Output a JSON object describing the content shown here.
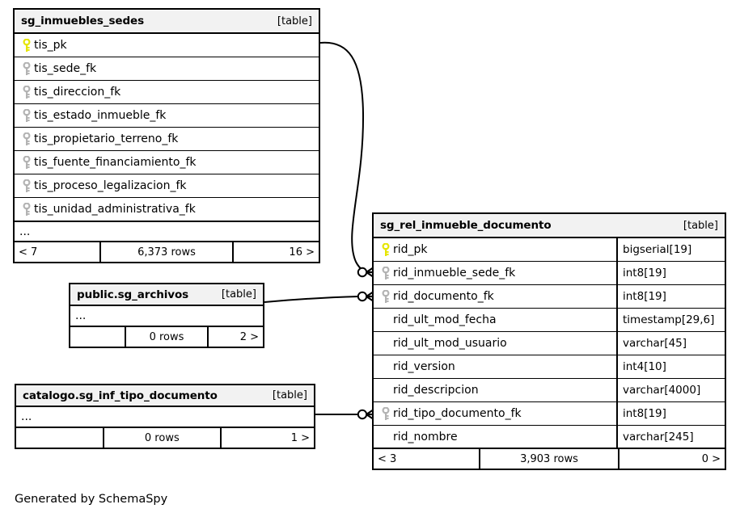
{
  "diagram": {
    "generator_credit": "Generated by SchemaSpy",
    "table_tag": "[table]",
    "ellipsis": "...",
    "colors": {
      "pk_key": "#e6e600",
      "fk_key": "#b3b3b3",
      "header_bg": "#f2f2f2",
      "border": "#000000",
      "background": "#ffffff"
    }
  },
  "tables": [
    {
      "id": "sg_inmuebles_sedes",
      "name": "sg_inmuebles_sedes",
      "tag": "[table]",
      "columns": [
        {
          "name": "tis_pk",
          "key": "pk"
        },
        {
          "name": "tis_sede_fk",
          "key": "fk"
        },
        {
          "name": "tis_direccion_fk",
          "key": "fk"
        },
        {
          "name": "tis_estado_inmueble_fk",
          "key": "fk"
        },
        {
          "name": "tis_propietario_terreno_fk",
          "key": "fk"
        },
        {
          "name": "tis_fuente_financiamiento_fk",
          "key": "fk"
        },
        {
          "name": "tis_proceso_legalizacion_fk",
          "key": "fk"
        },
        {
          "name": "tis_unidad_administrativa_fk",
          "key": "fk"
        }
      ],
      "has_ellipsis": true,
      "footer": {
        "left": "< 7",
        "middle": "6,373 rows",
        "right": "16 >"
      }
    },
    {
      "id": "public_sg_archivos",
      "name": "public.sg_archivos",
      "tag": "[table]",
      "columns": [],
      "has_ellipsis": true,
      "footer": {
        "left": "",
        "middle": "0 rows",
        "right": "2 >"
      }
    },
    {
      "id": "catalogo_sg_inf_tipo_documento",
      "name": "catalogo.sg_inf_tipo_documento",
      "tag": "[table]",
      "columns": [],
      "has_ellipsis": true,
      "footer": {
        "left": "",
        "middle": "0 rows",
        "right": "1 >"
      }
    },
    {
      "id": "sg_rel_inmueble_documento",
      "name": "sg_rel_inmueble_documento",
      "tag": "[table]",
      "columns": [
        {
          "name": "rid_pk",
          "key": "pk",
          "type": "bigserial[19]"
        },
        {
          "name": "rid_inmueble_sede_fk",
          "key": "fk",
          "type": "int8[19]"
        },
        {
          "name": "rid_documento_fk",
          "key": "fk",
          "type": "int8[19]"
        },
        {
          "name": "rid_ult_mod_fecha",
          "key": "none",
          "type": "timestamp[29,6]"
        },
        {
          "name": "rid_ult_mod_usuario",
          "key": "none",
          "type": "varchar[45]"
        },
        {
          "name": "rid_version",
          "key": "none",
          "type": "int4[10]"
        },
        {
          "name": "rid_descripcion",
          "key": "none",
          "type": "varchar[4000]"
        },
        {
          "name": "rid_tipo_documento_fk",
          "key": "fk",
          "type": "int8[19]"
        },
        {
          "name": "rid_nombre",
          "key": "none",
          "type": "varchar[245]"
        }
      ],
      "has_ellipsis": false,
      "footer": {
        "left": "< 3",
        "middle": "3,903 rows",
        "right": "0 >"
      }
    }
  ],
  "relationships": [
    {
      "from": "sg_inmuebles_sedes.tis_pk",
      "to": "sg_rel_inmueble_documento.rid_inmueble_sede_fk"
    },
    {
      "from": "public.sg_archivos",
      "to": "sg_rel_inmueble_documento.rid_documento_fk"
    },
    {
      "from": "catalogo.sg_inf_tipo_documento",
      "to": "sg_rel_inmueble_documento.rid_tipo_documento_fk"
    }
  ]
}
